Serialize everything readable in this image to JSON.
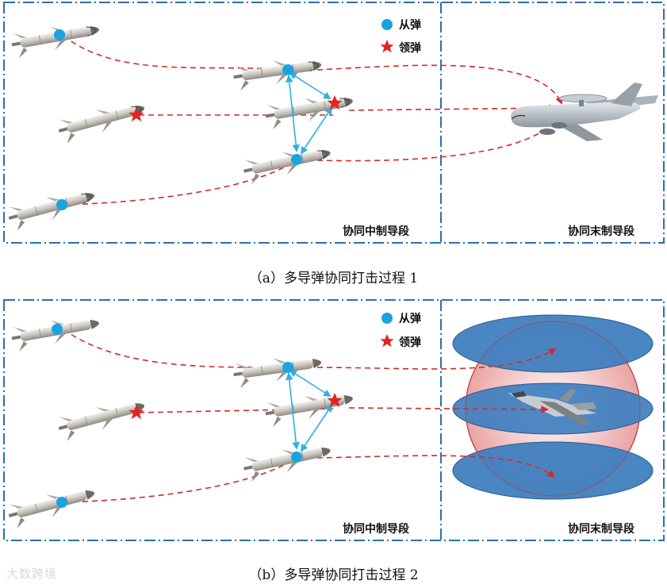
{
  "colors": {
    "frame": "#2a6fb3",
    "path": "#d42a2a",
    "link": "#2fb0e0",
    "follower": "#1aa3e0",
    "leader": "#e52222",
    "zone_fill": "#3f7fbf",
    "sphere_fill": "#f0b8b8"
  },
  "icons": {
    "follower": "cyan-dot-icon",
    "leader": "red-star-icon",
    "missile": "missile-icon",
    "awacs": "awacs-aircraft-icon",
    "fighter": "stealth-fighter-icon"
  },
  "panel_a": {
    "legend": {
      "follower_label": "从弹",
      "leader_label": "领弹"
    },
    "stage_mid": "协同中制导段",
    "stage_terminal": "协同末制导段",
    "caption": "（a）多导弹协同打击过程 1"
  },
  "panel_b": {
    "legend": {
      "follower_label": "从弹",
      "leader_label": "领弹"
    },
    "stage_mid": "协同中制导段",
    "stage_terminal": "协同末制导段",
    "caption": "（b）多导弹协同打击过程 2"
  },
  "watermark": "大数跨境"
}
